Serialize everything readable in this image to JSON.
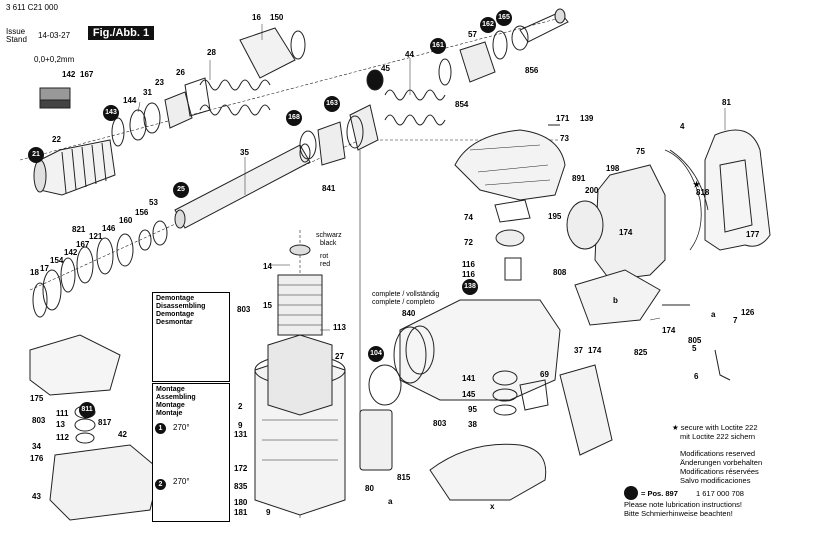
{
  "header": {
    "doc_number": "3 611 C21 000",
    "issue_label": "Issue",
    "stand_label": "Stand",
    "date": "14-03-27",
    "fig_label": "Fig./Abb. 1"
  },
  "gap_spec": "0,0+0,2mm",
  "parts": {
    "p16": "16",
    "p150": "150",
    "p28": "28",
    "p26": "26",
    "p23": "23",
    "p31": "31",
    "p144": "144",
    "p143": "143",
    "p22": "22",
    "p142a": "142",
    "p167a": "167",
    "p21": "21",
    "p35": "35",
    "p25": "25",
    "p53": "53",
    "p156": "156",
    "p160": "160",
    "p146": "146",
    "p821": "821",
    "p121": "121",
    "p167b": "167",
    "p142b": "142",
    "p154": "154",
    "p17": "17",
    "p18": "18",
    "p168": "168",
    "p163": "163",
    "p841": "841",
    "p45": "45",
    "p44": "44",
    "p161": "161",
    "p57": "57",
    "p162": "162",
    "p165": "165",
    "p854": "854",
    "p856": "856",
    "p171": "171",
    "p139": "139",
    "p73": "73",
    "p81": "81",
    "p4": "4",
    "p75": "75",
    "p198": "198",
    "p891": "891",
    "p200": "200",
    "p818": "818",
    "p177": "177",
    "p195": "195",
    "p174a": "174",
    "p808": "808",
    "p74": "74",
    "p72": "72",
    "p116a": "116",
    "p116b": "116",
    "p138": "138",
    "p840": "840",
    "p104": "104",
    "p14": "14",
    "p803a": "803",
    "p15": "15",
    "p113": "113",
    "p27": "27",
    "p2": "2",
    "p9a": "9",
    "p131": "131",
    "p172": "172",
    "p835": "835",
    "p180": "180",
    "p181": "181",
    "p9b": "9",
    "p80": "80",
    "p815": "815",
    "p141": "141",
    "p145": "145",
    "p95": "95",
    "p38": "38",
    "p803b": "803",
    "p69": "69",
    "p37": "37",
    "p174b": "174",
    "p174c": "174",
    "p825": "825",
    "p7": "7",
    "p126": "126",
    "p805": "805",
    "p5": "5",
    "p6": "6",
    "p175": "175",
    "p811": "811",
    "p111": "111",
    "p803c": "803",
    "p13": "13",
    "p112": "112",
    "p817": "817",
    "p42": "42",
    "p34": "34",
    "p176": "176",
    "p43": "43"
  },
  "labels": {
    "schwarz": "schwarz",
    "black": "black",
    "rot": "rot",
    "red": "red",
    "complete_1": "complete / vollständig",
    "complete_2": "complete / completo"
  },
  "demontage": {
    "lines": [
      "Demontage",
      "Disassembling",
      "Demontage",
      "Desmontar"
    ]
  },
  "montage": {
    "lines": [
      "Montage",
      "Assembling",
      "Montage",
      "Montaje"
    ],
    "angle1": "270°",
    "angle2": "270°",
    "step1": "1",
    "step2": "2"
  },
  "notes": {
    "loctite_1": "★ secure with Loctite 222",
    "loctite_2": "mit Loctite 222 sichern",
    "mod_1": "Modifications reserved",
    "mod_2": "Änderungen vorbehalten",
    "mod_3": "Modifications réservées",
    "mod_4": "Salvo modificaciones",
    "pos_label": "= Pos. 897",
    "pos_number": "1 617 000 708",
    "lub_1": "Please note lubrication instructions!",
    "lub_2": "Bitte Schmierhinweise beachten!"
  },
  "markers": {
    "a": "a",
    "b": "b",
    "x": "x",
    "star": "★"
  }
}
